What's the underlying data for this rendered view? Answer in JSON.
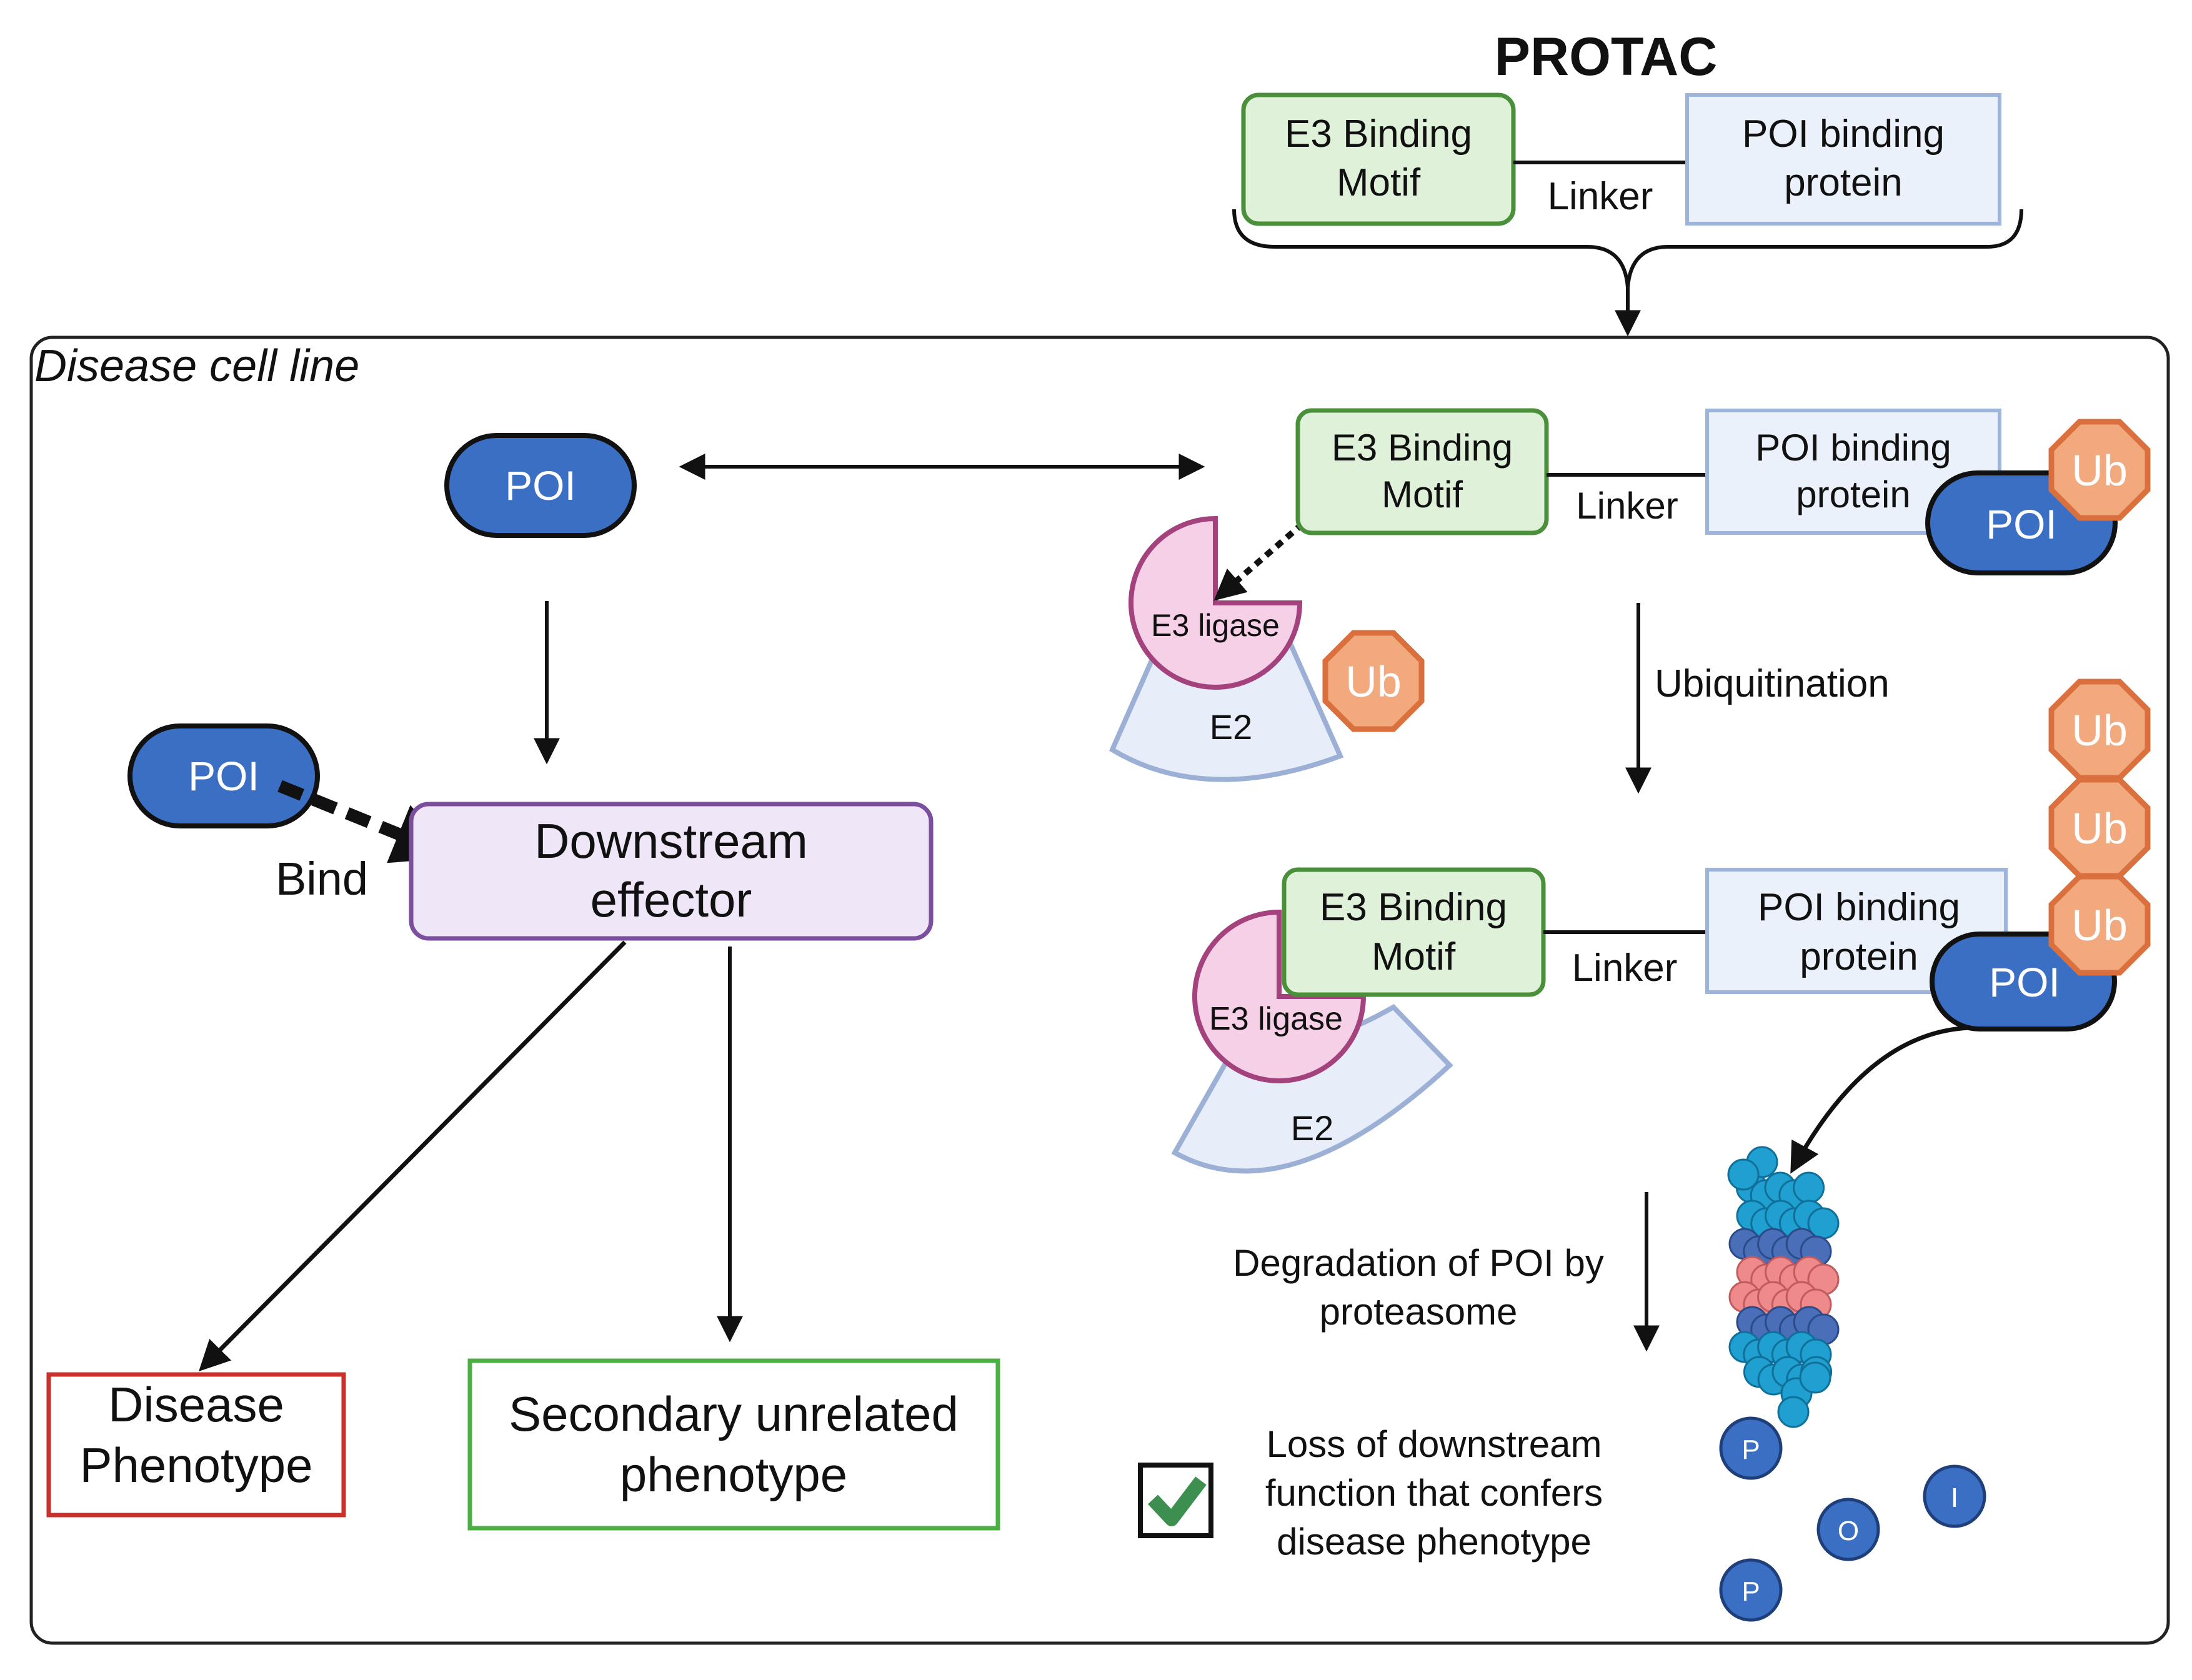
{
  "protac": {
    "title": "PROTAC",
    "e3_line1": "E3 Binding",
    "e3_line2": "Motif",
    "linker": "Linker",
    "poi_binding_line1": "POI binding",
    "poi_binding_line2": "protein"
  },
  "cell": {
    "label": "Disease cell line"
  },
  "left": {
    "poi": "POI",
    "poi_bind": "POI",
    "bind": "Bind",
    "effector_line1": "Downstream",
    "effector_line2": "effector",
    "disease_line1": "Disease",
    "disease_line2": "Phenotype",
    "secondary_line1": "Secondary unrelated",
    "secondary_line2": "phenotype"
  },
  "right": {
    "e3_line1": "E3 Binding",
    "e3_line2": "Motif",
    "linker": "Linker",
    "poi_binding_line1": "POI binding",
    "poi_binding_line2": "protein",
    "poi": "POI",
    "ub": "Ub",
    "e3_ligase": "E3 ligase",
    "e2": "E2",
    "ubiquitination": "Ubiquitination",
    "degradation_line1": "Degradation of POI by",
    "degradation_line2": "proteasome",
    "loss_line1": "Loss of downstream",
    "loss_line2": "function that confers",
    "loss_line3": "disease phenotype",
    "fragments": [
      "P",
      "O",
      "I",
      "P"
    ]
  },
  "colors": {
    "poi_fill": "#3a6fc4",
    "e3_fill": "#dff1d8",
    "e3_stroke": "#4a8f3a",
    "poi_binding_fill": "#eaf1fb",
    "poi_binding_stroke": "#9db5dc",
    "ub_fill": "#f2a97e",
    "ub_stroke": "#d9703e",
    "ligase_fill": "#f6d0e6",
    "ligase_stroke": "#a3427c",
    "e2_fill": "#e7eefa",
    "e2_stroke": "#9cb0d6",
    "effector_fill": "#efe6f8",
    "effector_stroke": "#7b4f9e",
    "disease_stroke": "#c8302c",
    "secondary_stroke": "#4caf43",
    "check": "#3c8f4e"
  }
}
